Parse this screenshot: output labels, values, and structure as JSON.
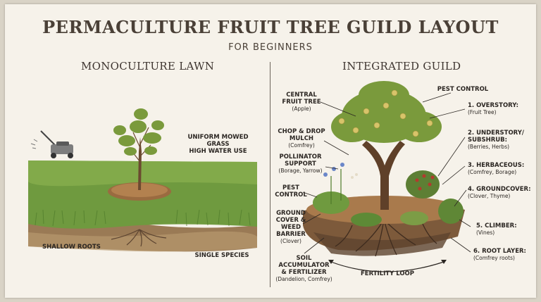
{
  "title": "PERMACULTURE FRUIT TREE GUILD LAYOUT",
  "subtitle": "FOR BEGINNERS",
  "left_panel": {
    "heading": "MONOCULTURE LAWN",
    "grass_label_1": "UNIFORM MOWED GRASS",
    "grass_label_2": "HIGH WATER USE",
    "roots_label": "SHALLOW ROOTS",
    "species_label": "SINGLE SPECIES"
  },
  "right_panel": {
    "heading": "INTEGRATED GUILD",
    "left_labels": [
      {
        "title": "CENTRAL\nFRUIT TREE",
        "sub": "(Apple)"
      },
      {
        "title": "CHOP & DROP\nMULCH",
        "sub": "(Comfrey)"
      },
      {
        "title": "POLLINATOR\nSUPPORT",
        "sub": "(Borage, Yarrow)"
      },
      {
        "title": "PEST\nCONTROL",
        "sub": ""
      },
      {
        "title": "GROUND\nCOVER &\nWEED\nBARRIER",
        "sub": "(Clover)"
      },
      {
        "title": "SOIL ACCUMULATOR\n& FERTILIZER",
        "sub": "(Dandelion, Comfrey)"
      }
    ],
    "top_label": "PEST CONTROL",
    "layers": [
      {
        "title": "1. OVERSTORY:",
        "sub": "(Fruit Tree)"
      },
      {
        "title": "2. UNDERSTORY/\nSUBSHRUB:",
        "sub": "(Berries, Herbs)"
      },
      {
        "title": "3. HERBACEOUS:",
        "sub": "(Comfrey, Borage)"
      },
      {
        "title": "4. GROUNDCOVER:",
        "sub": "(Clover, Thyme)"
      },
      {
        "title": "5. CLIMBER:",
        "sub": "(Vines)"
      },
      {
        "title": "6. ROOT LAYER:",
        "sub": "(Comfrey roots)"
      }
    ],
    "fertility_label": "FERTILITY LOOP"
  },
  "colors": {
    "paper": "#f6f2ea",
    "grass": "#6f9a3f",
    "grass_light": "#9bbf5d",
    "soil": "#8a6240",
    "mulch": "#a0764c",
    "leaf": "#7a9a3c",
    "fruit": "#d7c46a",
    "ink": "#2b2622"
  }
}
